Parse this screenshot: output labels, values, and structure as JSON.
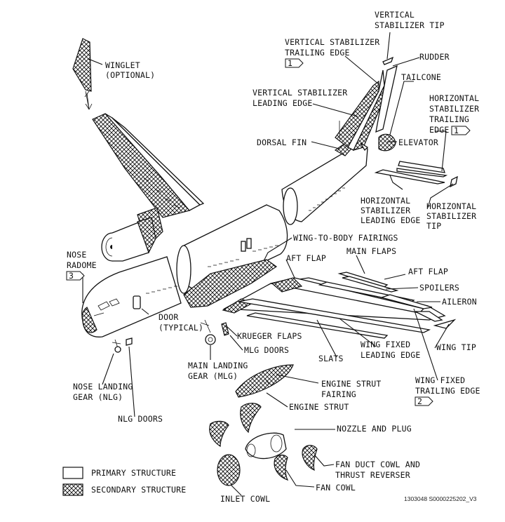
{
  "labels": {
    "winglet": [
      "WINGLET",
      "(OPTIONAL)"
    ],
    "vertical_stabilizer_tip": [
      "VERTICAL",
      "STABILIZER TIP"
    ],
    "vertical_stabilizer_trailing_edge": [
      "VERTICAL STABILIZER",
      "TRAILING EDGE"
    ],
    "vertical_stabilizer_leading_edge": [
      "VERTICAL STABILIZER",
      "LEADING EDGE"
    ],
    "rudder": "RUDDER",
    "tailcone": "TAILCONE",
    "horizontal_stabilizer_trailing_edge": [
      "HORIZONTAL",
      "STABILIZER",
      "TRAILING",
      "EDGE"
    ],
    "dorsal_fin": "DORSAL FIN",
    "elevator": "ELEVATOR",
    "horizontal_stabilizer_leading_edge": [
      "HORIZONTAL",
      "STABILIZER",
      "LEADING EDGE"
    ],
    "horizontal_stabilizer_tip": [
      "HORIZONTAL",
      "STABILIZER",
      "TIP"
    ],
    "wing_to_body_fairings": "WING-TO-BODY FAIRINGS",
    "main_flaps": "MAIN FLAPS",
    "aft_flap_inner": "AFT FLAP",
    "aft_flap_outer": "AFT FLAP",
    "spoilers": "SPOILERS",
    "aileron": "AILERON",
    "nose_radome": [
      "NOSE",
      "RADOME"
    ],
    "door": [
      "DOOR",
      "(TYPICAL)"
    ],
    "krueger_flaps": "KRUEGER FLAPS",
    "mlg_doors": "MLG DOORS",
    "wing_fixed_leading_edge": [
      "WING FIXED",
      "LEADING EDGE"
    ],
    "wing_tip": "WING TIP",
    "main_landing_gear": [
      "MAIN LANDING",
      "GEAR (MLG)"
    ],
    "slats": "SLATS",
    "wing_fixed_trailing_edge": [
      "WING FIXED",
      "TRAILING EDGE"
    ],
    "nose_landing_gear": [
      "NOSE LANDING",
      "GEAR (NLG)"
    ],
    "engine_strut_fairing": [
      "ENGINE STRUT",
      "FAIRING"
    ],
    "engine_strut": "ENGINE STRUT",
    "nlg_doors": "NLG DOORS",
    "nozzle_and_plug": "NOZZLE AND PLUG",
    "fan_duct_cowl": [
      "FAN DUCT COWL AND",
      "THRUST REVERSER"
    ],
    "fan_cowl": "FAN COWL",
    "inlet_cowl": "INLET COWL"
  },
  "notes": {
    "note1": "1",
    "note2": "2",
    "note3": "3"
  },
  "legend": {
    "primary": "PRIMARY STRUCTURE",
    "secondary": "SECONDARY STRUCTURE"
  },
  "footer": {
    "drawing_id": "1303048 S0000225202_V3"
  }
}
